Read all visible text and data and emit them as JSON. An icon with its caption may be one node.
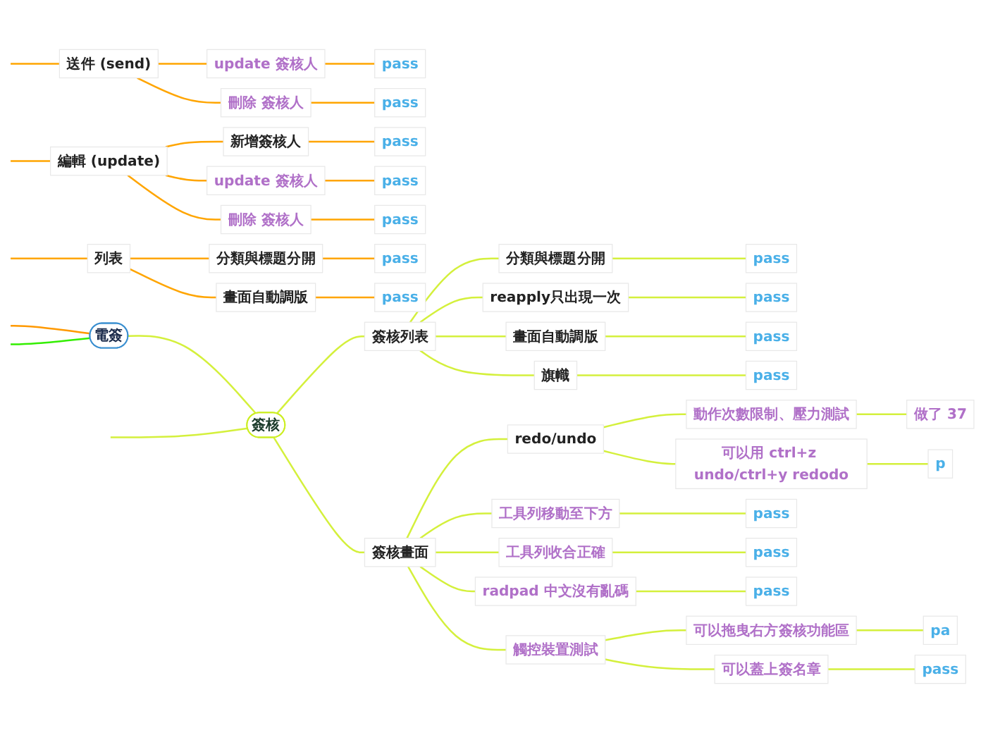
{
  "diagram": {
    "nodes": [
      {
        "text": [
          "電簽"
        ]
      },
      {
        "text": [
          "送件 (send)"
        ]
      },
      {
        "text": [
          "update 簽核人"
        ]
      },
      {
        "text": [
          "pass"
        ]
      },
      {
        "text": [
          "刪除 簽核人"
        ]
      },
      {
        "text": [
          "pass"
        ]
      },
      {
        "text": [
          "編輯 (update)"
        ]
      },
      {
        "text": [
          "新增簽核人"
        ]
      },
      {
        "text": [
          "pass"
        ]
      },
      {
        "text": [
          "update 簽核人"
        ]
      },
      {
        "text": [
          "pass"
        ]
      },
      {
        "text": [
          "刪除 簽核人"
        ]
      },
      {
        "text": [
          "pass"
        ]
      },
      {
        "text": [
          "列表"
        ]
      },
      {
        "text": [
          "分類與標題分開"
        ]
      },
      {
        "text": [
          "pass"
        ]
      },
      {
        "text": [
          "畫面自動調版"
        ]
      },
      {
        "text": [
          "pass"
        ]
      },
      {
        "text": [
          "簽核"
        ]
      },
      {
        "text": [
          "簽核列表"
        ]
      },
      {
        "text": [
          "分類與標題分開"
        ]
      },
      {
        "text": [
          "pass"
        ]
      },
      {
        "text": [
          "reapply只出現一次"
        ]
      },
      {
        "text": [
          "pass"
        ]
      },
      {
        "text": [
          "畫面自動調版"
        ]
      },
      {
        "text": [
          "pass"
        ]
      },
      {
        "text": [
          "旗幟"
        ]
      },
      {
        "text": [
          "pass"
        ]
      },
      {
        "text": [
          "簽核畫面"
        ]
      },
      {
        "text": [
          "redo/undo"
        ]
      },
      {
        "text": [
          "動作次數限制、壓力測試"
        ]
      },
      {
        "text": [
          "做了 37"
        ]
      },
      {
        "text": [
          "可以用 ctrl+z undo/ctrl+y redodo"
        ]
      },
      {
        "text": [
          "p"
        ]
      },
      {
        "text": [
          "工具列移動至下方"
        ]
      },
      {
        "text": [
          "pass"
        ]
      },
      {
        "text": [
          "工具列收合正確"
        ]
      },
      {
        "text": [
          "pass"
        ]
      },
      {
        "text": [
          "radpad 中文沒有亂碼"
        ]
      },
      {
        "text": [
          "pass"
        ]
      },
      {
        "text": [
          "觸控裝置測試"
        ]
      },
      {
        "text": [
          "可以拖曳右方簽核功能區"
        ]
      },
      {
        "text": [
          "pa"
        ]
      },
      {
        "text": [
          "可以蓋上簽名章"
        ]
      },
      {
        "text": [
          "pass"
        ]
      }
    ],
    "edges": [
      {
        "from": 0,
        "to": null,
        "arrow": "none",
        "color": "#ff9900"
      },
      {
        "from": null,
        "to": 1,
        "arrow": "none",
        "color": "#ffa500"
      },
      {
        "from": 1,
        "to": 2,
        "arrow": "none",
        "color": "#ffa500"
      },
      {
        "from": 2,
        "to": 3,
        "arrow": "none",
        "color": "#ffa500"
      },
      {
        "from": 1,
        "to": 4,
        "arrow": "none",
        "color": "#ffa500"
      },
      {
        "from": 4,
        "to": 5,
        "arrow": "none",
        "color": "#ffa500"
      },
      {
        "from": null,
        "to": 6,
        "arrow": "none",
        "color": "#ffa500"
      },
      {
        "from": 6,
        "to": 7,
        "arrow": "none",
        "color": "#ffa500"
      },
      {
        "from": 7,
        "to": 8,
        "arrow": "none",
        "color": "#ffa500"
      },
      {
        "from": 6,
        "to": 9,
        "arrow": "none",
        "color": "#ffa500"
      },
      {
        "from": 9,
        "to": 10,
        "arrow": "none",
        "color": "#ffa500"
      },
      {
        "from": 6,
        "to": 11,
        "arrow": "none",
        "color": "#ffa500"
      },
      {
        "from": 11,
        "to": 12,
        "arrow": "none",
        "color": "#ffa500"
      },
      {
        "from": null,
        "to": 13,
        "arrow": "none",
        "color": "#ffa500"
      },
      {
        "from": 13,
        "to": 14,
        "arrow": "none",
        "color": "#ffa500"
      },
      {
        "from": 14,
        "to": 15,
        "arrow": "none",
        "color": "#ffa500"
      },
      {
        "from": 13,
        "to": 16,
        "arrow": "none",
        "color": "#ffa500"
      },
      {
        "from": 16,
        "to": 17,
        "arrow": "none",
        "color": "#ffa500"
      },
      {
        "from": 0,
        "to": 18,
        "arrow": "none"
      },
      {
        "from": 18,
        "to": 19,
        "arrow": "none"
      },
      {
        "from": 19,
        "to": 20,
        "arrow": "none"
      },
      {
        "from": 20,
        "to": 21,
        "arrow": "none"
      },
      {
        "from": 19,
        "to": 22,
        "arrow": "none"
      },
      {
        "from": 22,
        "to": 23,
        "arrow": "none"
      },
      {
        "from": 19,
        "to": 24,
        "arrow": "none"
      },
      {
        "from": 24,
        "to": 25,
        "arrow": "none"
      },
      {
        "from": 19,
        "to": 26,
        "arrow": "none"
      },
      {
        "from": 26,
        "to": 27,
        "arrow": "none"
      },
      {
        "from": 18,
        "to": 28,
        "arrow": "none"
      },
      {
        "from": 28,
        "to": 29,
        "arrow": "none"
      },
      {
        "from": 29,
        "to": 30,
        "arrow": "none"
      },
      {
        "from": 30,
        "to": 31,
        "arrow": "none"
      },
      {
        "from": 29,
        "to": 32,
        "arrow": "none"
      },
      {
        "from": 32,
        "to": 33,
        "arrow": "none"
      },
      {
        "from": 28,
        "to": 34,
        "arrow": "none"
      },
      {
        "from": 34,
        "to": 35,
        "arrow": "none"
      },
      {
        "from": 28,
        "to": 36,
        "arrow": "none"
      },
      {
        "from": 36,
        "to": 37,
        "arrow": "none"
      },
      {
        "from": 28,
        "to": 38,
        "arrow": "none"
      },
      {
        "from": 38,
        "to": 39,
        "arrow": "none"
      },
      {
        "from": 28,
        "to": 40,
        "arrow": "none"
      },
      {
        "from": 40,
        "to": 41,
        "arrow": "none"
      },
      {
        "from": 41,
        "to": 42,
        "arrow": "none"
      },
      {
        "from": 40,
        "to": 43,
        "arrow": "none"
      },
      {
        "from": 43,
        "to": 44,
        "arrow": "none"
      },
      {
        "from": 18,
        "to": null,
        "arrow": "none"
      },
      {
        "from": 0,
        "to": null,
        "arrow": "none",
        "color": "#33ee00"
      }
    ]
  }
}
